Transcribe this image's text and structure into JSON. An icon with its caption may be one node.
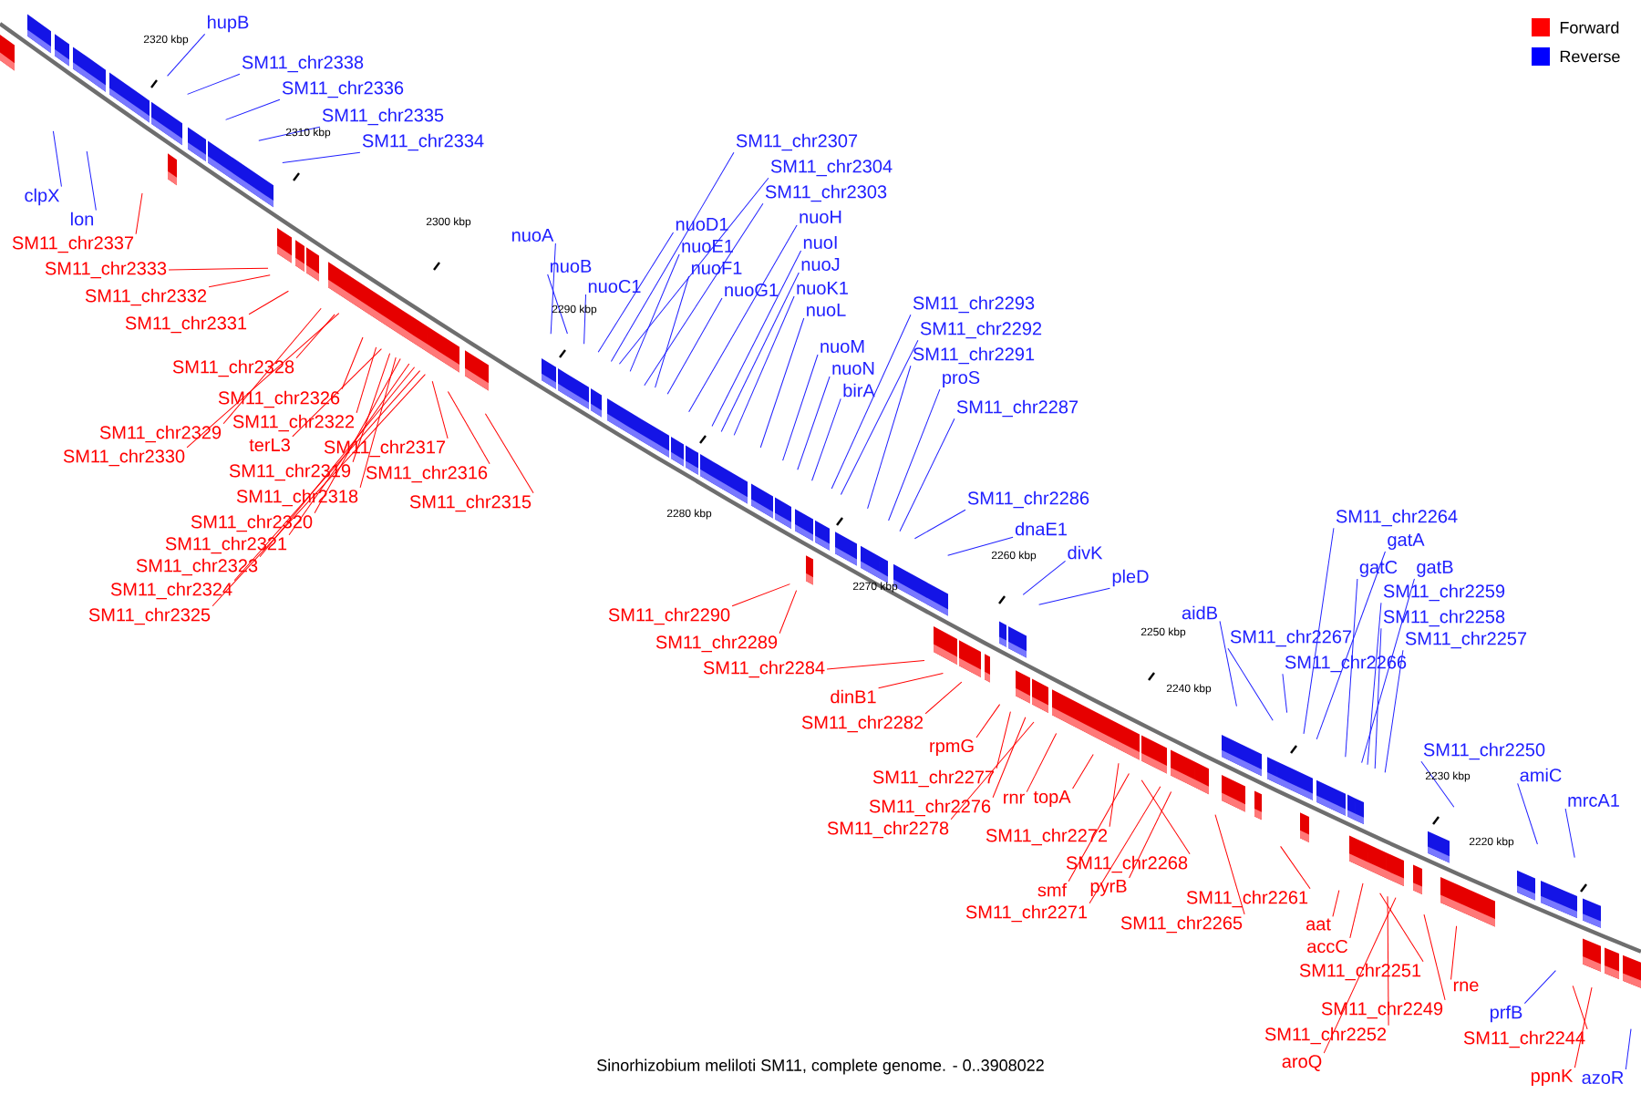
{
  "diagram": {
    "caption": "Sinorhizobium meliloti SM11, complete genome. - 0..3908022",
    "nodes": [
      {
        "text": [
          "hupB"
        ]
      },
      {
        "text": [
          "SM11_chr2338"
        ]
      },
      {
        "text": [
          "SM11_chr2336"
        ]
      },
      {
        "text": [
          "SM11_chr2335"
        ]
      },
      {
        "text": [
          "SM11_chr2334"
        ]
      },
      {
        "text": [
          "clpX"
        ]
      },
      {
        "text": [
          "lon"
        ]
      },
      {
        "text": [
          "nuoA"
        ]
      },
      {
        "text": [
          "nuoB"
        ]
      },
      {
        "text": [
          "nuoC1"
        ]
      },
      {
        "text": [
          "nuoD1"
        ]
      },
      {
        "text": [
          "SM11_chr2307"
        ]
      },
      {
        "text": [
          "nuoE1"
        ]
      },
      {
        "text": [
          "SM11_chr2304"
        ]
      },
      {
        "text": [
          "SM11_chr2303"
        ]
      },
      {
        "text": [
          "nuoF1"
        ]
      },
      {
        "text": [
          "nuoH"
        ]
      },
      {
        "text": [
          "nuoG1"
        ]
      },
      {
        "text": [
          "nuoI"
        ]
      },
      {
        "text": [
          "nuoJ"
        ]
      },
      {
        "text": [
          "nuoK1"
        ]
      },
      {
        "text": [
          "nuoL"
        ]
      },
      {
        "text": [
          "nuoM"
        ]
      },
      {
        "text": [
          "nuoN"
        ]
      },
      {
        "text": [
          "birA"
        ]
      },
      {
        "text": [
          "SM11_chr2293"
        ]
      },
      {
        "text": [
          "SM11_chr2292"
        ]
      },
      {
        "text": [
          "SM11_chr2291"
        ]
      },
      {
        "text": [
          "proS"
        ]
      },
      {
        "text": [
          "SM11_chr2287"
        ]
      },
      {
        "text": [
          "SM11_chr2286"
        ]
      },
      {
        "text": [
          "dnaE1"
        ]
      },
      {
        "text": [
          "divK"
        ]
      },
      {
        "text": [
          "pleD"
        ]
      },
      {
        "text": [
          "aidB"
        ]
      },
      {
        "text": [
          "SM11_chr2267"
        ]
      },
      {
        "text": [
          "SM11_chr2266"
        ]
      },
      {
        "text": [
          "SM11_chr2264"
        ]
      },
      {
        "text": [
          "gatA"
        ]
      },
      {
        "text": [
          "gatC"
        ]
      },
      {
        "text": [
          "gatB"
        ]
      },
      {
        "text": [
          "SM11_chr2259"
        ]
      },
      {
        "text": [
          "SM11_chr2258"
        ]
      },
      {
        "text": [
          "SM11_chr2257"
        ]
      },
      {
        "text": [
          "SM11_chr2250"
        ]
      },
      {
        "text": [
          "amiC"
        ]
      },
      {
        "text": [
          "mrcA1"
        ]
      },
      {
        "text": [
          "prfB"
        ]
      },
      {
        "text": [
          "azoR"
        ]
      },
      {
        "text": [
          "SM11_chr2337"
        ]
      },
      {
        "text": [
          "SM11_chr2333"
        ]
      },
      {
        "text": [
          "SM11_chr2332"
        ]
      },
      {
        "text": [
          "SM11_chr2331"
        ]
      },
      {
        "text": [
          "SM11_chr2328"
        ]
      },
      {
        "text": [
          "SM11_chr2326"
        ]
      },
      {
        "text": [
          "SM11_chr2329"
        ]
      },
      {
        "text": [
          "SM11_chr2330"
        ]
      },
      {
        "text": [
          "SM11_chr2322"
        ]
      },
      {
        "text": [
          "terL3"
        ]
      },
      {
        "text": [
          "SM11_chr2319"
        ]
      },
      {
        "text": [
          "SM11_chr2317"
        ]
      },
      {
        "text": [
          "SM11_chr2316"
        ]
      },
      {
        "text": [
          "SM11_chr2315"
        ]
      },
      {
        "text": [
          "SM11_chr2318"
        ]
      },
      {
        "text": [
          "SM11_chr2320"
        ]
      },
      {
        "text": [
          "SM11_chr2321"
        ]
      },
      {
        "text": [
          "SM11_chr2323"
        ]
      },
      {
        "text": [
          "SM11_chr2324"
        ]
      },
      {
        "text": [
          "SM11_chr2325"
        ]
      },
      {
        "text": [
          "SM11_chr2290"
        ]
      },
      {
        "text": [
          "SM11_chr2289"
        ]
      },
      {
        "text": [
          "SM11_chr2284"
        ]
      },
      {
        "text": [
          "dinB1"
        ]
      },
      {
        "text": [
          "SM11_chr2282"
        ]
      },
      {
        "text": [
          "rpmG"
        ]
      },
      {
        "text": [
          "SM11_chr2277"
        ]
      },
      {
        "text": [
          "SM11_chr2276"
        ]
      },
      {
        "text": [
          "SM11_chr2278"
        ]
      },
      {
        "text": [
          "rnr"
        ]
      },
      {
        "text": [
          "topA"
        ]
      },
      {
        "text": [
          "SM11_chr2272"
        ]
      },
      {
        "text": [
          "SM11_chr2268"
        ]
      },
      {
        "text": [
          "smf"
        ]
      },
      {
        "text": [
          "pyrB"
        ]
      },
      {
        "text": [
          "SM11_chr2271"
        ]
      },
      {
        "text": [
          "SM11_chr2265"
        ]
      },
      {
        "text": [
          "SM11_chr2261"
        ]
      },
      {
        "text": [
          "aat"
        ]
      },
      {
        "text": [
          "accC"
        ]
      },
      {
        "text": [
          "SM11_chr2251"
        ]
      },
      {
        "text": [
          "SM11_chr2249"
        ]
      },
      {
        "text": [
          "SM11_chr2252"
        ]
      },
      {
        "text": [
          "aroQ"
        ]
      },
      {
        "text": [
          "rne"
        ]
      },
      {
        "text": [
          "SM11_chr2244"
        ]
      },
      {
        "text": [
          "ppnK"
        ]
      }
    ],
    "edges": [
      {
        "from": 0,
        "to": null,
        "arrow": "none",
        "color": "#2020ff"
      },
      {
        "from": 1,
        "to": null,
        "arrow": "none",
        "color": "#2020ff"
      },
      {
        "from": 2,
        "to": null,
        "arrow": "none",
        "color": "#2020ff"
      },
      {
        "from": 3,
        "to": null,
        "arrow": "none",
        "color": "#2020ff"
      },
      {
        "from": 4,
        "to": null,
        "arrow": "none",
        "color": "#2020ff"
      },
      {
        "from": 5,
        "to": null,
        "arrow": "none",
        "color": "#2020ff"
      },
      {
        "from": 6,
        "to": null,
        "arrow": "none",
        "color": "#2020ff"
      },
      {
        "from": 7,
        "to": null,
        "arrow": "none",
        "color": "#2020ff"
      },
      {
        "from": 8,
        "to": null,
        "arrow": "none",
        "color": "#2020ff"
      },
      {
        "from": 9,
        "to": null,
        "arrow": "none",
        "color": "#2020ff"
      },
      {
        "from": 10,
        "to": null,
        "arrow": "none",
        "color": "#2020ff"
      },
      {
        "from": 11,
        "to": null,
        "arrow": "none",
        "color": "#2020ff"
      },
      {
        "from": 12,
        "to": null,
        "arrow": "none",
        "color": "#2020ff"
      },
      {
        "from": 13,
        "to": null,
        "arrow": "none",
        "color": "#2020ff"
      },
      {
        "from": 14,
        "to": null,
        "arrow": "none",
        "color": "#2020ff"
      },
      {
        "from": 15,
        "to": null,
        "arrow": "none",
        "color": "#2020ff"
      },
      {
        "from": 16,
        "to": null,
        "arrow": "none",
        "color": "#2020ff"
      },
      {
        "from": 17,
        "to": null,
        "arrow": "none",
        "color": "#2020ff"
      },
      {
        "from": 18,
        "to": null,
        "arrow": "none",
        "color": "#2020ff"
      },
      {
        "from": 19,
        "to": null,
        "arrow": "none",
        "color": "#2020ff"
      },
      {
        "from": 20,
        "to": null,
        "arrow": "none",
        "color": "#2020ff"
      },
      {
        "from": 21,
        "to": null,
        "arrow": "none",
        "color": "#2020ff"
      },
      {
        "from": 22,
        "to": null,
        "arrow": "none",
        "color": "#2020ff"
      },
      {
        "from": 23,
        "to": null,
        "arrow": "none",
        "color": "#2020ff"
      },
      {
        "from": 24,
        "to": null,
        "arrow": "none",
        "color": "#2020ff"
      },
      {
        "from": 25,
        "to": null,
        "arrow": "none",
        "color": "#2020ff"
      },
      {
        "from": 26,
        "to": null,
        "arrow": "none",
        "color": "#2020ff"
      },
      {
        "from": 27,
        "to": null,
        "arrow": "none",
        "color": "#2020ff"
      },
      {
        "from": 28,
        "to": null,
        "arrow": "none",
        "color": "#2020ff"
      },
      {
        "from": 29,
        "to": null,
        "arrow": "none",
        "color": "#2020ff"
      },
      {
        "from": 30,
        "to": null,
        "arrow": "none",
        "color": "#2020ff"
      },
      {
        "from": 31,
        "to": null,
        "arrow": "none",
        "color": "#2020ff"
      },
      {
        "from": 32,
        "to": null,
        "arrow": "none",
        "color": "#2020ff"
      },
      {
        "from": 33,
        "to": null,
        "arrow": "none",
        "color": "#2020ff"
      },
      {
        "from": 34,
        "to": null,
        "arrow": "none",
        "color": "#2020ff"
      },
      {
        "from": 35,
        "to": null,
        "arrow": "none",
        "color": "#2020ff"
      },
      {
        "from": 36,
        "to": null,
        "arrow": "none",
        "color": "#2020ff"
      },
      {
        "from": 37,
        "to": null,
        "arrow": "none",
        "color": "#2020ff"
      },
      {
        "from": 38,
        "to": null,
        "arrow": "none",
        "color": "#2020ff"
      },
      {
        "from": 39,
        "to": null,
        "arrow": "none",
        "color": "#2020ff"
      },
      {
        "from": 40,
        "to": null,
        "arrow": "none",
        "color": "#2020ff"
      },
      {
        "from": 41,
        "to": null,
        "arrow": "none",
        "color": "#2020ff"
      },
      {
        "from": 42,
        "to": null,
        "arrow": "none",
        "color": "#2020ff"
      },
      {
        "from": 43,
        "to": null,
        "arrow": "none",
        "color": "#2020ff"
      },
      {
        "from": 44,
        "to": null,
        "arrow": "none",
        "color": "#2020ff"
      },
      {
        "from": 45,
        "to": null,
        "arrow": "none",
        "color": "#2020ff"
      },
      {
        "from": 46,
        "to": null,
        "arrow": "none",
        "color": "#2020ff"
      },
      {
        "from": 47,
        "to": null,
        "arrow": "none",
        "color": "#2020ff"
      },
      {
        "from": 48,
        "to": null,
        "arrow": "none",
        "color": "#2020ff"
      },
      {
        "from": 49,
        "to": null,
        "arrow": "none",
        "color": "#ff0000"
      },
      {
        "from": 50,
        "to": null,
        "arrow": "none",
        "color": "#ff0000"
      },
      {
        "from": 51,
        "to": null,
        "arrow": "none",
        "color": "#ff0000"
      },
      {
        "from": 52,
        "to": null,
        "arrow": "none",
        "color": "#ff0000"
      },
      {
        "from": 53,
        "to": null,
        "arrow": "none",
        "color": "#ff0000"
      },
      {
        "from": 54,
        "to": null,
        "arrow": "none",
        "color": "#ff0000"
      },
      {
        "from": 55,
        "to": null,
        "arrow": "none",
        "color": "#ff0000"
      },
      {
        "from": 56,
        "to": null,
        "arrow": "none",
        "color": "#ff0000"
      },
      {
        "from": 57,
        "to": null,
        "arrow": "none",
        "color": "#ff0000"
      },
      {
        "from": 58,
        "to": null,
        "arrow": "none",
        "color": "#ff0000"
      },
      {
        "from": 59,
        "to": null,
        "arrow": "none",
        "color": "#ff0000"
      },
      {
        "from": 60,
        "to": null,
        "arrow": "none",
        "color": "#ff0000"
      },
      {
        "from": 61,
        "to": null,
        "arrow": "none",
        "color": "#ff0000"
      },
      {
        "from": 62,
        "to": null,
        "arrow": "none",
        "color": "#ff0000"
      },
      {
        "from": 63,
        "to": null,
        "arrow": "none",
        "color": "#ff0000"
      },
      {
        "from": 64,
        "to": null,
        "arrow": "none",
        "color": "#ff0000"
      },
      {
        "from": 65,
        "to": null,
        "arrow": "none",
        "color": "#ff0000"
      },
      {
        "from": 66,
        "to": null,
        "arrow": "none",
        "color": "#ff0000"
      },
      {
        "from": 67,
        "to": null,
        "arrow": "none",
        "color": "#ff0000"
      },
      {
        "from": 68,
        "to": null,
        "arrow": "none",
        "color": "#ff0000"
      },
      {
        "from": 69,
        "to": null,
        "arrow": "none",
        "color": "#ff0000"
      },
      {
        "from": 70,
        "to": null,
        "arrow": "none",
        "color": "#ff0000"
      },
      {
        "from": 71,
        "to": null,
        "arrow": "none",
        "color": "#ff0000"
      },
      {
        "from": 72,
        "to": null,
        "arrow": "none",
        "color": "#ff0000"
      },
      {
        "from": 73,
        "to": null,
        "arrow": "none",
        "color": "#ff0000"
      },
      {
        "from": 74,
        "to": null,
        "arrow": "none",
        "color": "#ff0000"
      },
      {
        "from": 75,
        "to": null,
        "arrow": "none",
        "color": "#ff0000"
      },
      {
        "from": 76,
        "to": null,
        "arrow": "none",
        "color": "#ff0000"
      },
      {
        "from": 77,
        "to": null,
        "arrow": "none",
        "color": "#ff0000"
      },
      {
        "from": 78,
        "to": null,
        "arrow": "none",
        "color": "#ff0000"
      },
      {
        "from": 79,
        "to": null,
        "arrow": "none",
        "color": "#ff0000"
      },
      {
        "from": 80,
        "to": null,
        "arrow": "none",
        "color": "#ff0000"
      },
      {
        "from": 81,
        "to": null,
        "arrow": "none",
        "color": "#ff0000"
      },
      {
        "from": 82,
        "to": null,
        "arrow": "none",
        "color": "#ff0000"
      },
      {
        "from": 83,
        "to": null,
        "arrow": "none",
        "color": "#ff0000"
      },
      {
        "from": 84,
        "to": null,
        "arrow": "none",
        "color": "#ff0000"
      },
      {
        "from": 85,
        "to": null,
        "arrow": "none",
        "color": "#ff0000"
      },
      {
        "from": 86,
        "to": null,
        "arrow": "none",
        "color": "#ff0000"
      },
      {
        "from": 87,
        "to": null,
        "arrow": "none",
        "color": "#ff0000"
      },
      {
        "from": 88,
        "to": null,
        "arrow": "none",
        "color": "#ff0000"
      },
      {
        "from": 89,
        "to": null,
        "arrow": "none",
        "color": "#ff0000"
      },
      {
        "from": 90,
        "to": null,
        "arrow": "none",
        "color": "#ff0000"
      },
      {
        "from": 91,
        "to": null,
        "arrow": "none",
        "color": "#ff0000"
      },
      {
        "from": 92,
        "to": null,
        "arrow": "none",
        "color": "#ff0000"
      },
      {
        "from": 93,
        "to": null,
        "arrow": "none",
        "color": "#ff0000"
      },
      {
        "from": 94,
        "to": null,
        "arrow": "none",
        "color": "#ff0000"
      },
      {
        "from": 95,
        "to": null,
        "arrow": "none",
        "color": "#ff0000"
      }
    ],
    "labels": [
      "2320 kbp",
      "2310 kbp",
      "2300 kbp",
      "2290 kbp",
      "2280 kbp",
      "2270 kbp",
      "2260 kbp",
      "2250 kbp",
      "2240 kbp",
      "2230 kbp",
      "2220 kbp"
    ],
    "legend": [
      {
        "text": "Forward",
        "color": "#ff0000"
      },
      {
        "text": "Reverse",
        "color": "#0000ff"
      }
    ]
  }
}
